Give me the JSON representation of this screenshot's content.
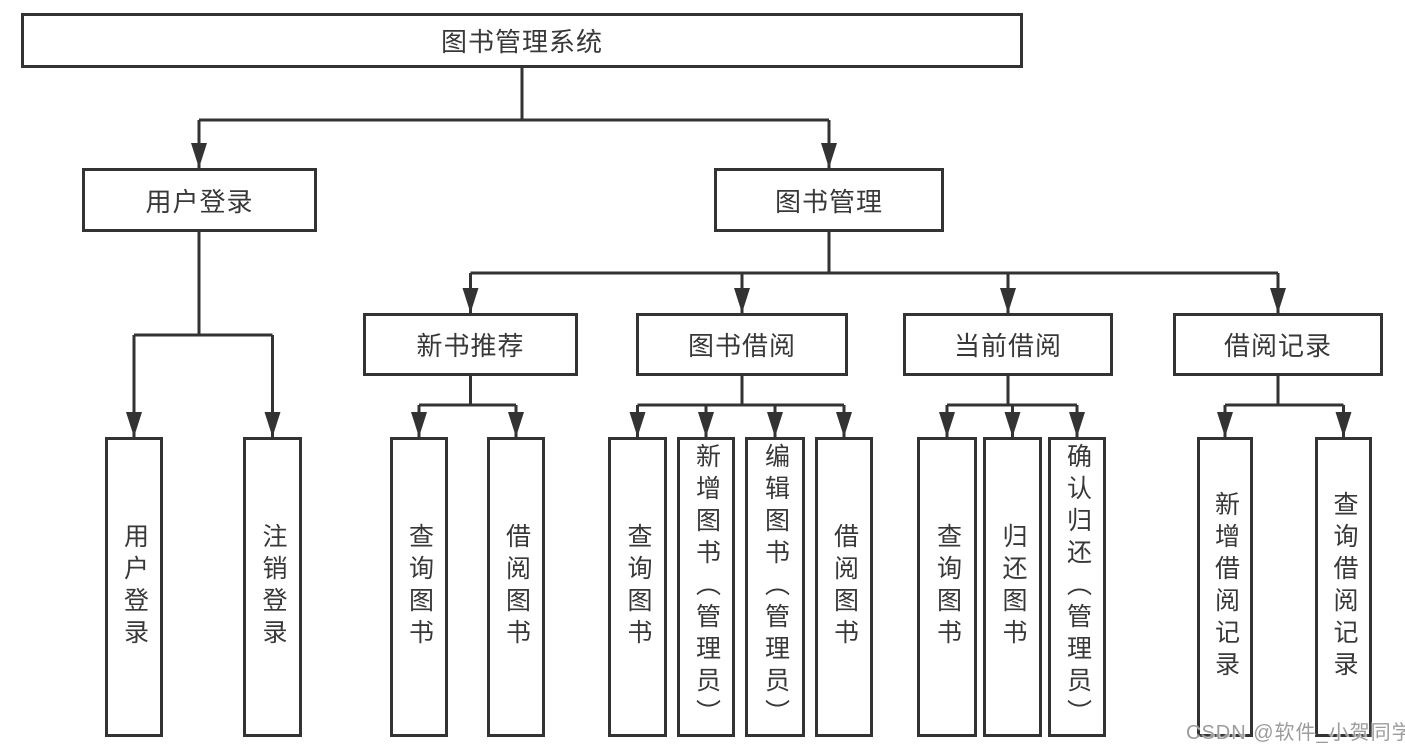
{
  "diagram": {
    "tree": {
      "label": "图书管理系统",
      "children": [
        {
          "label": "用户登录",
          "children": [
            {
              "label": "用户登录"
            },
            {
              "label": "注销登录"
            }
          ]
        },
        {
          "label": "图书管理",
          "children": [
            {
              "label": "新书推荐",
              "children": [
                {
                  "label": "查询图书"
                },
                {
                  "label": "借阅图书"
                }
              ]
            },
            {
              "label": "图书借阅",
              "children": [
                {
                  "label": "查询图书"
                },
                {
                  "label": "新增图书（管理员）"
                },
                {
                  "label": "编辑图书（管理员）"
                },
                {
                  "label": "借阅图书"
                }
              ]
            },
            {
              "label": "当前借阅",
              "children": [
                {
                  "label": "查询图书"
                },
                {
                  "label": "归还图书"
                },
                {
                  "label": "确认归还（管理员）"
                }
              ]
            },
            {
              "label": "借阅记录",
              "children": [
                {
                  "label": "新增借阅记录"
                },
                {
                  "label": "查询借阅记录"
                }
              ]
            }
          ]
        }
      ]
    }
  },
  "watermark": {
    "text": "CSDN @软件_小贺同学"
  },
  "colors": {
    "line": "#333333",
    "border": "#333333",
    "text": "#383838",
    "canvas": "#ffffff",
    "watermark": "#9c9c9c"
  }
}
